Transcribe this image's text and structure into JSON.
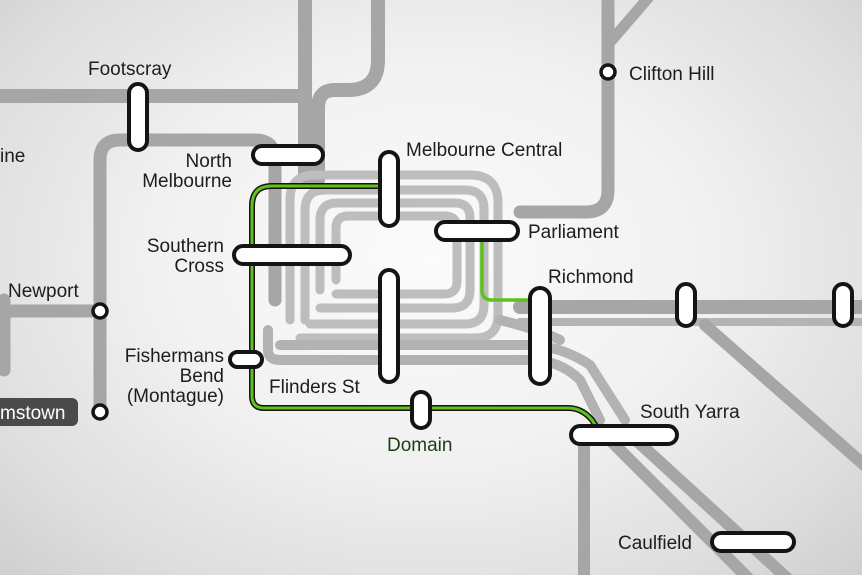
{
  "map": {
    "colors": {
      "track": "#a6a6a6",
      "loop_track": "#bdbdbd",
      "new_line": "#5ec21c",
      "station_outline": "#141414",
      "tag_background": "#4a4a4a"
    },
    "stations": {
      "footscray": "Footscray",
      "clifton_hill": "Clifton Hill",
      "north_melbourne": [
        "North",
        "Melbourne"
      ],
      "melbourne_central": "Melbourne Central",
      "parliament": "Parliament",
      "southern_cross": [
        "Southern",
        "Cross"
      ],
      "richmond": "Richmond",
      "newport": "Newport",
      "fishermans_bend": [
        "Fishermans",
        "Bend",
        "(Montague)"
      ],
      "flinders_st": "Flinders St",
      "south_yarra": "South Yarra",
      "domain": "Domain",
      "caulfield": "Caulfield",
      "sunshine_partial": "ine",
      "williamstown_partial": "mstown"
    }
  }
}
